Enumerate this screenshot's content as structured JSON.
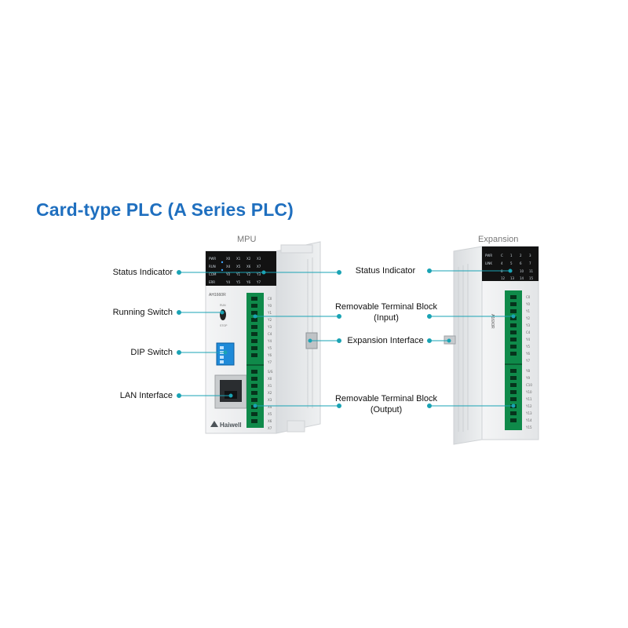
{
  "title": "Card-type PLC (A Series PLC)",
  "captions": {
    "mpu": "MPU",
    "expansion": "Expansion"
  },
  "left_labels": {
    "status_indicator": "Status Indicator",
    "running_switch": "Running Switch",
    "dip_switch": "DIP Switch",
    "lan_interface": "LAN Interface"
  },
  "right_labels": {
    "status_indicator": "Status Indicator",
    "terminal_input_line1": "Removable Terminal Block",
    "terminal_input_line2": "(Input)",
    "expansion_interface": "Expansion Interface",
    "terminal_output_line1": "Removable Terminal Block",
    "terminal_output_line2": "(Output)"
  },
  "mpu": {
    "model": "AH1660R",
    "brand": "Haiwell",
    "switch_run": "RUN",
    "switch_stop": "STOP",
    "leds": [
      "PWR",
      "RUN",
      "COM",
      "ERR"
    ],
    "io_grid": [
      "X0",
      "X1",
      "X2",
      "X3",
      "X4",
      "X5",
      "X6",
      "X7",
      "Y0",
      "Y1",
      "Y2",
      "Y3",
      "Y4",
      "Y5",
      "Y6",
      "Y7"
    ],
    "terminal_top": [
      "C0",
      "Y0",
      "Y1",
      "Y2",
      "Y3",
      "C4",
      "Y4",
      "Y5",
      "Y6",
      "Y7"
    ],
    "terminal_bottom": [
      "S/S",
      "X0",
      "X1",
      "X2",
      "X3",
      "X4",
      "X5",
      "X6",
      "X7"
    ]
  },
  "expansion": {
    "model": "A16X0R",
    "leds": [
      "PWR",
      "LINK"
    ],
    "io_grid": [
      "C",
      "1",
      "2",
      "3",
      "4",
      "5",
      "6",
      "7",
      "8",
      "9",
      "10",
      "11",
      "12",
      "13",
      "14",
      "15"
    ],
    "terminal_top": [
      "C0",
      "Y0",
      "Y1",
      "Y2",
      "Y3",
      "C4",
      "Y4",
      "Y5",
      "Y6",
      "Y7"
    ],
    "terminal_bottom": [
      "Y8",
      "Y9",
      "C10",
      "Y10",
      "Y11",
      "Y12",
      "Y13",
      "Y14",
      "Y15"
    ]
  },
  "colors": {
    "title": "#1f6fbf",
    "connector": "#1aa3b4",
    "terminal": "#0f8a4a",
    "panel": "#111111"
  }
}
